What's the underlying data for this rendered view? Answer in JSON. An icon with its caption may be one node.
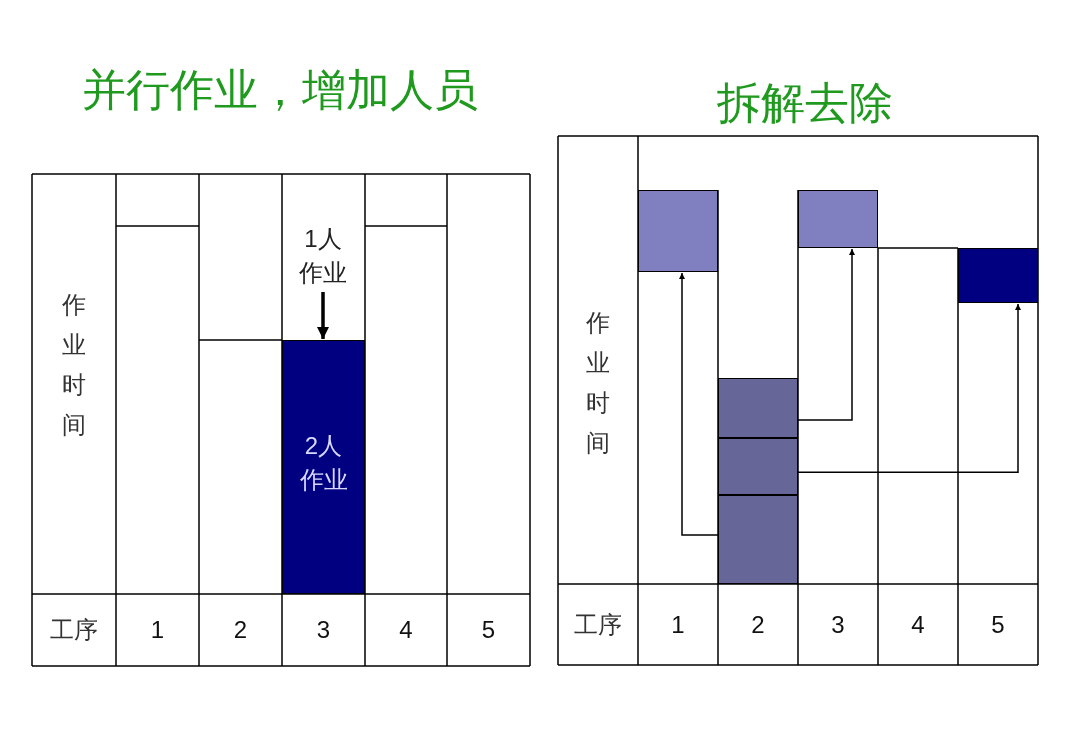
{
  "diagram": {
    "nodes": [
      {
        "text": [
          "1人作业"
        ]
      },
      {
        "text": [
          "2人作业"
        ]
      },
      {
        "text": [],
        "shape": "box"
      },
      {
        "text": [],
        "shape": "box"
      },
      {
        "text": [],
        "shape": "box"
      },
      {
        "text": [],
        "shape": "box"
      },
      {
        "text": [],
        "shape": "box"
      },
      {
        "text": [],
        "shape": "box"
      }
    ],
    "edges": [
      {
        "from": 0,
        "to": 1,
        "arrow": "to",
        "style": "thick"
      },
      {
        "from": 7,
        "to": 2,
        "arrow": "to"
      },
      {
        "from": 5,
        "to": 3,
        "arrow": "to"
      },
      {
        "from": 6,
        "to": 4,
        "arrow": "to"
      }
    ],
    "labels": [
      "并行作业，增加人员",
      "拆解去除",
      "作业时间",
      "工序",
      "1",
      "2",
      "3",
      "4",
      "5",
      "作业时间",
      "工序",
      "1",
      "2",
      "3",
      "4",
      "5"
    ]
  }
}
